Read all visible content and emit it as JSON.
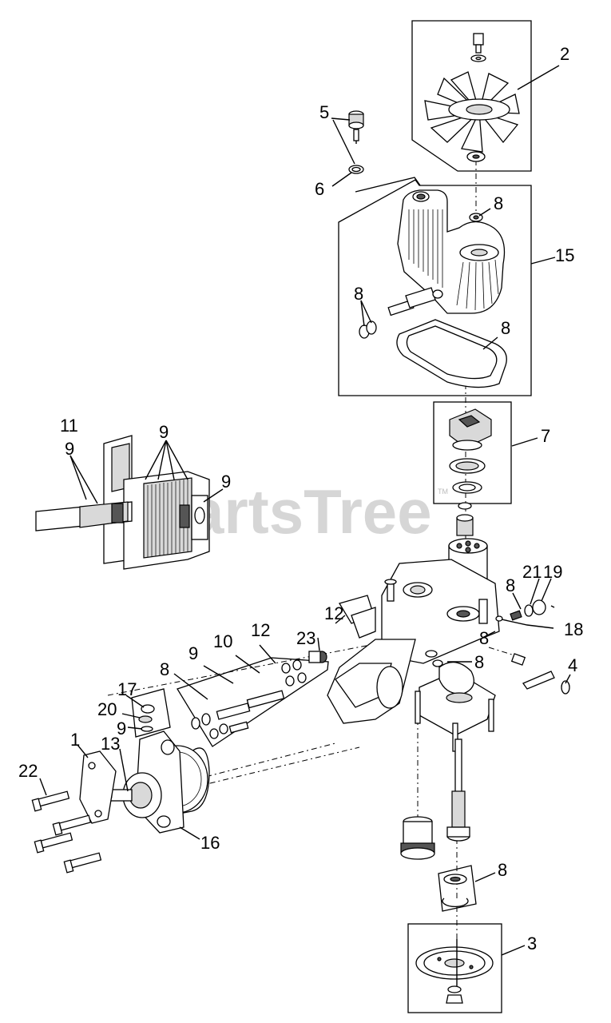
{
  "watermark": {
    "text": "PartsTree",
    "tm": "TM"
  },
  "callouts": [
    {
      "id": "c-2",
      "label": "2"
    },
    {
      "id": "c-5",
      "label": "5"
    },
    {
      "id": "c-6",
      "label": "6"
    },
    {
      "id": "c-8a",
      "label": "8"
    },
    {
      "id": "c-15",
      "label": "15"
    },
    {
      "id": "c-8b",
      "label": "8"
    },
    {
      "id": "c-8c",
      "label": "8"
    },
    {
      "id": "c-7",
      "label": "7"
    },
    {
      "id": "c-11",
      "label": "11"
    },
    {
      "id": "c-9a",
      "label": "9"
    },
    {
      "id": "c-9b",
      "label": "9"
    },
    {
      "id": "c-9c",
      "label": "9"
    },
    {
      "id": "c-8d",
      "label": "8"
    },
    {
      "id": "c-21",
      "label": "21"
    },
    {
      "id": "c-19",
      "label": "19"
    },
    {
      "id": "c-18",
      "label": "18"
    },
    {
      "id": "c-12a",
      "label": "12"
    },
    {
      "id": "c-23",
      "label": "23"
    },
    {
      "id": "c-8e",
      "label": "8"
    },
    {
      "id": "c-8f",
      "label": "8"
    },
    {
      "id": "c-4",
      "label": "4"
    },
    {
      "id": "c-9d",
      "label": "9"
    },
    {
      "id": "c-10",
      "label": "10"
    },
    {
      "id": "c-12b",
      "label": "12"
    },
    {
      "id": "c-8g",
      "label": "8"
    },
    {
      "id": "c-17",
      "label": "17"
    },
    {
      "id": "c-20",
      "label": "20"
    },
    {
      "id": "c-9e",
      "label": "9"
    },
    {
      "id": "c-1",
      "label": "1"
    },
    {
      "id": "c-13",
      "label": "13"
    },
    {
      "id": "c-22",
      "label": "22"
    },
    {
      "id": "c-16",
      "label": "16"
    },
    {
      "id": "c-8h",
      "label": "8"
    },
    {
      "id": "c-3",
      "label": "3"
    }
  ]
}
